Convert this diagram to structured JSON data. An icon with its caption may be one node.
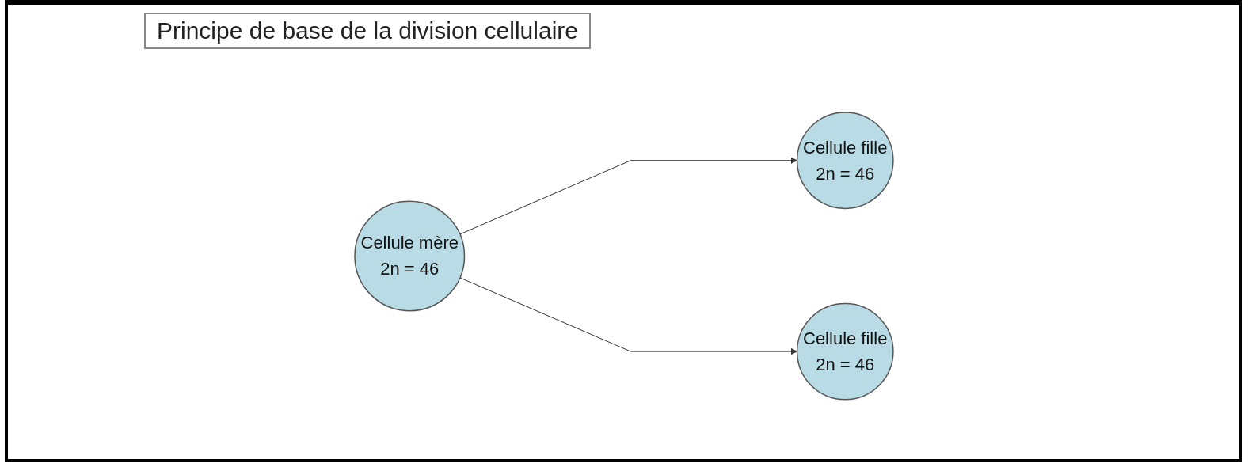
{
  "diagram": {
    "title": "Principe de base de la division cellulaire",
    "nodes": [
      {
        "text": [
          "Cellule mère",
          "2n = 46"
        ]
      },
      {
        "text": [
          "Cellule fille",
          "2n = 46"
        ]
      },
      {
        "text": [
          "Cellule fille",
          "2n = 46"
        ]
      }
    ],
    "edges": [
      {
        "from": 0,
        "to": 1,
        "arrow": "to"
      },
      {
        "from": 0,
        "to": 2,
        "arrow": "to"
      }
    ]
  }
}
